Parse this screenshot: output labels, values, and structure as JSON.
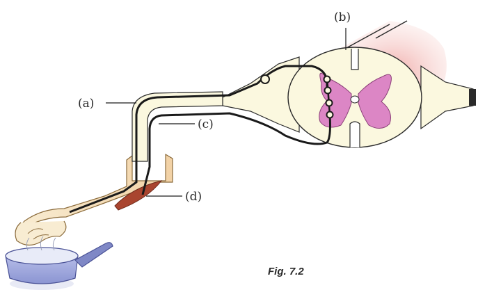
{
  "labels": {
    "a": "(a)",
    "b": "(b)",
    "c": "(c)",
    "d": "(d)"
  },
  "caption": "Fig. 7.2",
  "colors": {
    "nerve_line": "#1a1a1a",
    "nerve_fill": "#fbf8df",
    "grey_matter": "#dc86c5",
    "skin_pink": "#f1bcb6",
    "muscle": "#a9452f",
    "arm_skin": "#f6e6c4",
    "bowl": "#9ba5dc",
    "bowl_handle": "#7f88c6"
  },
  "icons": [
    "hand-icon",
    "bowl-icon",
    "spinal-cord-section"
  ]
}
